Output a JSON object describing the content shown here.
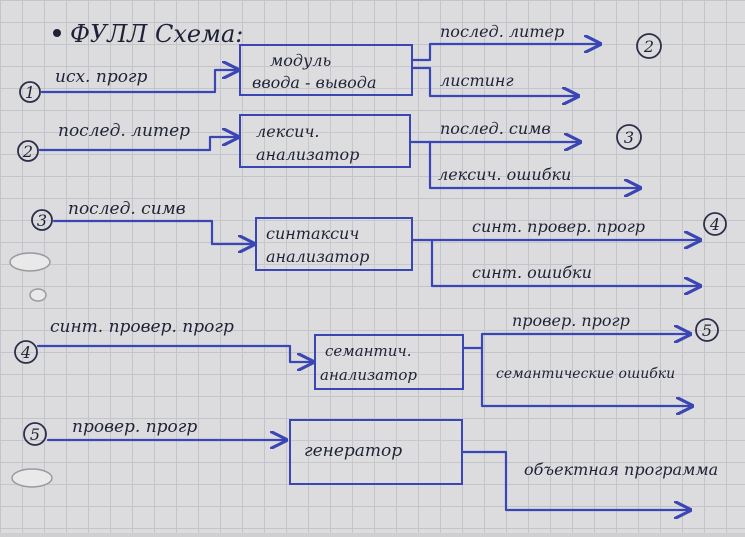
{
  "title": "ФУЛЛ Схема:",
  "rows": [
    {
      "number": "1",
      "input": "исх. прогр",
      "box_lines": [
        "модуль",
        "ввода - вывода"
      ],
      "outputs": [
        "послед. литер",
        "листинг"
      ],
      "next_ref": "2"
    },
    {
      "number": "2",
      "input": "послед. литер",
      "box_lines": [
        "лексич.",
        "анализатор"
      ],
      "outputs": [
        "послед. симв",
        "лексич. ошибки"
      ],
      "next_ref": "3"
    },
    {
      "number": "3",
      "input": "послед. симв",
      "box_lines": [
        "синтаксич",
        "анализатор"
      ],
      "outputs": [
        "синт. провер. прогр",
        "синт. ошибки"
      ],
      "next_ref": "4"
    },
    {
      "number": "4",
      "input": "синт. провер. прогр",
      "box_lines": [
        "семантич.",
        "анализатор"
      ],
      "outputs": [
        "провер. прогр",
        "семантические ошибки"
      ],
      "next_ref": "5"
    },
    {
      "number": "5",
      "input": "провер. прогр",
      "box_lines": [
        "генератор"
      ],
      "outputs": [
        "объектная программа"
      ],
      "next_ref": ""
    }
  ],
  "colors": {
    "ink": "#1f2237",
    "pen": "#3a46b3",
    "paper": "#dcdcde",
    "grid": "#c4c5ca"
  }
}
